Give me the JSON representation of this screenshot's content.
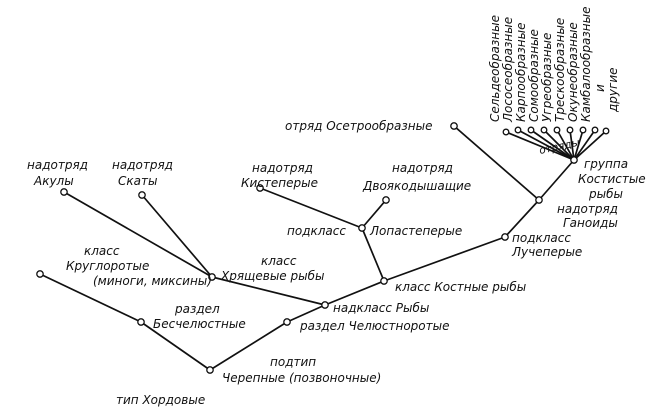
{
  "diagram": {
    "phylum": "тип Хордовые",
    "subphylum_1": "подтип",
    "subphylum_2": "Черепные (позвоночные)",
    "div_jawless_1": "раздел",
    "div_jawless_2": "Бесчелюстные",
    "div_jawed": "раздел Челюстноротые",
    "class_cyclo_1": "класс",
    "class_cyclo_2": "Круглоротые",
    "class_cyclo_3": "(миноги, миксины)",
    "superclass_fish": "надкласс Рыбы",
    "class_cart_1": "класс",
    "class_cart_2": "Хрящевые рыбы",
    "sharks_1": "надотряд",
    "sharks_2": "Акулы",
    "rays_1": "надотряд",
    "rays_2": "Скаты",
    "class_bony": "класс Костные рыбы",
    "subclass_lobe_1": "подкласс",
    "subclass_lobe_2": "Лопастеперые",
    "crosso_1": "надотряд",
    "crosso_2": "Кистеперые",
    "dipnoi_1": "надотряд",
    "dipnoi_2": "Двоякодышащие",
    "subclass_ray_1": "подкласс",
    "subclass_ray_2": "Лучеперые",
    "ganoids_1": "надотряд",
    "ganoids_2": "Ганоиды",
    "sturgeons": "отряд Осетрообразные",
    "teleosts_1": "группа",
    "teleosts_2": "Костистые",
    "teleosts_3": "рыбы",
    "orders_label": "отряды",
    "orders": [
      "Сельдеобразные",
      "Лососеобразные",
      "Карпообразные",
      "Сомообразные",
      "Угреобразные",
      "Трескообразные",
      "Окунеобразные",
      "Камбалообразные",
      "и",
      "другие"
    ]
  }
}
